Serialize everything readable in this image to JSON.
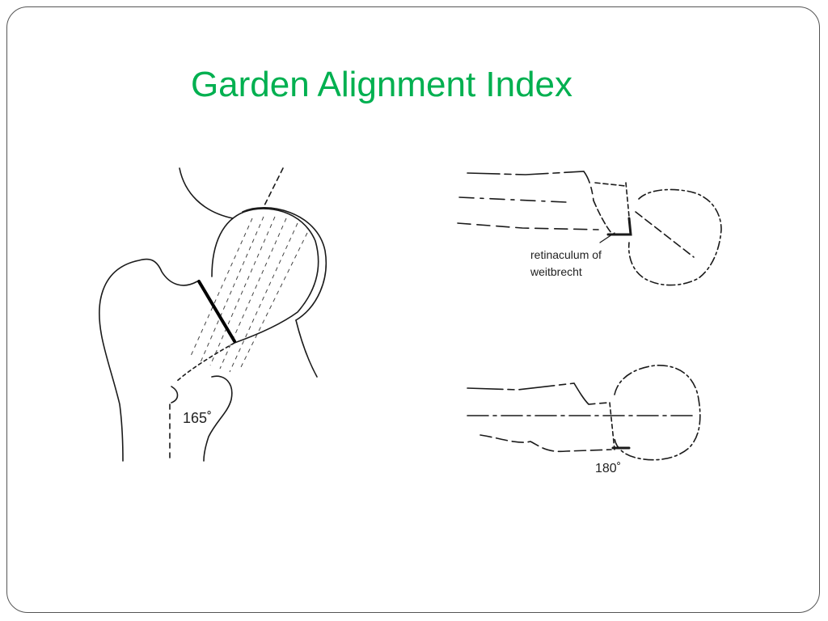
{
  "slide": {
    "title": "Garden Alignment Index"
  },
  "figures": {
    "femur_ap": {
      "angle_label": "165˚"
    },
    "lateral_upper": {
      "label_line1": "retinaculum of",
      "label_line2": "weitbrecht"
    },
    "lateral_lower": {
      "angle_label": "180˚"
    }
  },
  "colors": {
    "title": "#00b050",
    "line": "#1a1a1a",
    "frame": "#555555"
  }
}
